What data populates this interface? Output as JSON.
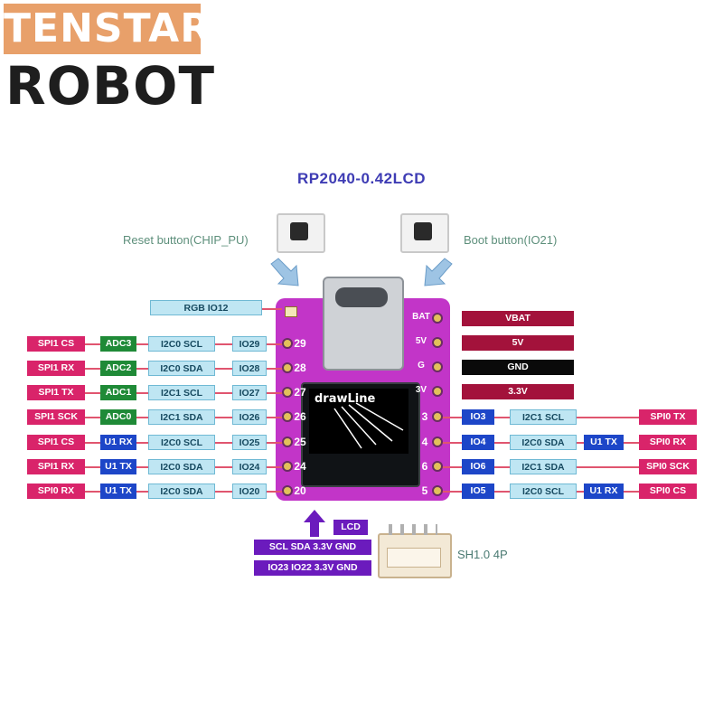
{
  "brand": {
    "line1": "TENSTAR",
    "line2": "ROBOT"
  },
  "title": "RP2040-0.42LCD",
  "reset_button": "Reset button(CHIP_PU)",
  "boot_button": "Boot button(IO21)",
  "rgb": "RGB IO12",
  "oled_text": "drawLine",
  "left_rows": [
    {
      "spi": "SPI1 CS",
      "mid": "ADC3",
      "mid_color": "green",
      "i2c": "I2C0 SCL",
      "io": "IO29",
      "pin": "29"
    },
    {
      "spi": "SPI1 RX",
      "mid": "ADC2",
      "mid_color": "green",
      "i2c": "I2C0 SDA",
      "io": "IO28",
      "pin": "28"
    },
    {
      "spi": "SPI1 TX",
      "mid": "ADC1",
      "mid_color": "green",
      "i2c": "I2C1 SCL",
      "io": "IO27",
      "pin": "27"
    },
    {
      "spi": "SPI1 SCK",
      "mid": "ADC0",
      "mid_color": "green",
      "i2c": "I2C1 SDA",
      "io": "IO26",
      "pin": "26"
    },
    {
      "spi": "SPI1 CS",
      "mid": "U1 RX",
      "mid_color": "blue",
      "i2c": "I2C0 SCL",
      "io": "IO25",
      "pin": "25"
    },
    {
      "spi": "SPI1 RX",
      "mid": "U1 TX",
      "mid_color": "blue",
      "i2c": "I2C0 SDA",
      "io": "IO24",
      "pin": "24"
    },
    {
      "spi": "SPI0 RX",
      "mid": "U1 TX",
      "mid_color": "blue",
      "i2c": "I2C0 SDA",
      "io": "IO20",
      "pin": "20"
    }
  ],
  "power_rows": [
    {
      "label": "VBAT",
      "pin": "BAT",
      "color": "dark"
    },
    {
      "label": "5V",
      "pin": "5V",
      "color": "dark"
    },
    {
      "label": "GND",
      "pin": "G",
      "color": "black"
    },
    {
      "label": "3.3V",
      "pin": "3V",
      "color": "dark"
    }
  ],
  "right_rows": [
    {
      "pin": "3",
      "io": "IO3",
      "i2c": "I2C1 SCL",
      "uart": "",
      "spi": "SPI0 TX"
    },
    {
      "pin": "4",
      "io": "IO4",
      "i2c": "I2C0 SDA",
      "uart": "U1 TX",
      "spi": "SPI0 RX"
    },
    {
      "pin": "6",
      "io": "IO6",
      "i2c": "I2C1 SDA",
      "uart": "",
      "spi": "SPI0 SCK"
    },
    {
      "pin": "5",
      "io": "IO5",
      "i2c": "I2C0 SCL",
      "uart": "U1 RX",
      "spi": "SPI0 CS"
    }
  ],
  "lcd": {
    "label": "LCD",
    "line1": "SCL SDA 3.3V GND",
    "line2": "IO23 IO22 3.3V GND"
  },
  "connector": "SH1.0 4P",
  "colors": {
    "pink": "#d9246a",
    "green": "#1f8a37",
    "blue": "#1d46c8",
    "cyan": "#bfe6f3",
    "dark_red": "#a3123b",
    "board": "#c235c8",
    "purple": "#6b1bbd",
    "title": "#3e3cb4"
  }
}
